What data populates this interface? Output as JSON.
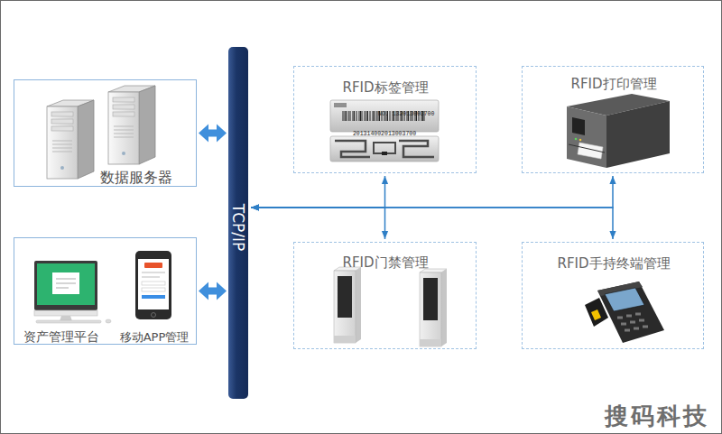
{
  "diagram": {
    "nodes": [
      {
        "text": [
          "数据服务器"
        ]
      },
      {
        "text": [
          "TCP/IP"
        ]
      },
      {
        "text": [
          "RFID标签管理"
        ]
      },
      {
        "text": [
          "RFID打印管理"
        ]
      },
      {
        "text": [
          "资产管理平台",
          "移动APP管理"
        ]
      },
      {
        "text": [
          "RFID门禁管理"
        ]
      },
      {
        "text": [
          "RFID手持终端管理"
        ]
      }
    ],
    "edges": [
      {
        "from": 0,
        "to": 1,
        "arrow": "both"
      },
      {
        "from": 4,
        "to": 1,
        "arrow": "both"
      },
      {
        "from": 2,
        "to": 1,
        "arrow": "both"
      },
      {
        "from": 3,
        "to": 1,
        "arrow": "both"
      },
      {
        "from": 5,
        "to": 1,
        "arrow": "both"
      },
      {
        "from": 6,
        "to": 1,
        "arrow": "both"
      }
    ],
    "labels": [
      "NO. 132013003700",
      "201314002013003700",
      "搜码科技"
    ]
  }
}
